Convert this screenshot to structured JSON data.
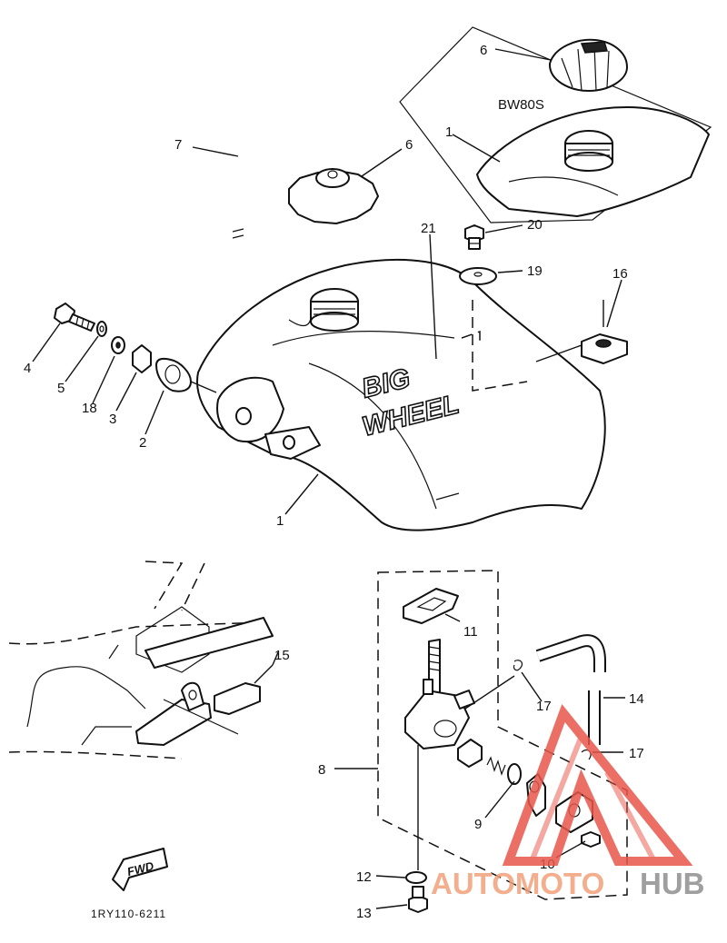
{
  "diagram": {
    "variant_label": "BW80S",
    "reference_code": "1RY110-6211",
    "fwd_label": "FWD",
    "tank_logo_top": "BIG",
    "tank_logo_bottom": "WHEEL",
    "callouts": [
      {
        "id": "c1a",
        "text": "1"
      },
      {
        "id": "c1b",
        "text": "1"
      },
      {
        "id": "c2",
        "text": "2"
      },
      {
        "id": "c3",
        "text": "3"
      },
      {
        "id": "c4",
        "text": "4"
      },
      {
        "id": "c5",
        "text": "5"
      },
      {
        "id": "c6a",
        "text": "6"
      },
      {
        "id": "c6b",
        "text": "6"
      },
      {
        "id": "c7",
        "text": "7"
      },
      {
        "id": "c8",
        "text": "8"
      },
      {
        "id": "c9",
        "text": "9"
      },
      {
        "id": "c10",
        "text": "10"
      },
      {
        "id": "c11",
        "text": "11"
      },
      {
        "id": "c12",
        "text": "12"
      },
      {
        "id": "c13",
        "text": "13"
      },
      {
        "id": "c14",
        "text": "14"
      },
      {
        "id": "c15",
        "text": "15"
      },
      {
        "id": "c16",
        "text": "16"
      },
      {
        "id": "c17a",
        "text": "17"
      },
      {
        "id": "c17b",
        "text": "17"
      },
      {
        "id": "c18",
        "text": "18"
      },
      {
        "id": "c19",
        "text": "19"
      },
      {
        "id": "c20",
        "text": "20"
      },
      {
        "id": "c21",
        "text": "21"
      }
    ]
  },
  "watermark": {
    "part_a": "AUTOMOTO",
    "part_b": "HUB",
    "colors": {
      "triangle": "#e8574a",
      "text_a": "#f1a07a",
      "text_b": "#8f8f8f"
    }
  }
}
